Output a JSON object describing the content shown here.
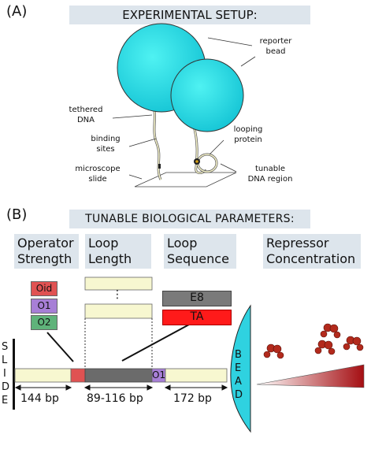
{
  "panel_a": {
    "label": "(A)",
    "banner": "EXPERIMENTAL SETUP:",
    "annotations": {
      "reporter_bead": "reporter\nbead",
      "tethered_dna": "tethered\nDNA",
      "binding_sites": "binding\nsites",
      "microscope_slide": "microscope\nslide",
      "looping_protein": "looping\nprotein",
      "tunable_dna": "tunable\nDNA region"
    }
  },
  "panel_b": {
    "label": "(B)",
    "banner": "TUNABLE BIOLOGICAL PARAMETERS:",
    "params": {
      "operator_strength": "Operator\nStrength",
      "loop_length": "Loop\nLength",
      "loop_sequence": "Loop\nSequence",
      "repressor_concentration": "Repressor\nConcentration"
    },
    "operators": [
      {
        "label": "Oid",
        "color": "#e05252"
      },
      {
        "label": "O1",
        "color": "#a77fd6"
      },
      {
        "label": "O2",
        "color": "#5fb37a"
      }
    ],
    "sequences": [
      {
        "label": "E8",
        "color": "#7a7a7a"
      },
      {
        "label": "TA",
        "color": "#ff1a1a"
      }
    ],
    "loop_dots": "⋮",
    "slide_letters": [
      "S",
      "L",
      "I",
      "D",
      "E"
    ],
    "bead_letters": [
      "B",
      "E",
      "A",
      "D"
    ],
    "o1_label": "O1",
    "lengths": {
      "left": "144 bp",
      "loop": "89-116 bp",
      "right": "172 bp"
    },
    "colors": {
      "dna": "#f7f7d0",
      "loop": "#6b6b6b",
      "bead": "#2fd2e0",
      "protein": "#b32a1c"
    }
  }
}
